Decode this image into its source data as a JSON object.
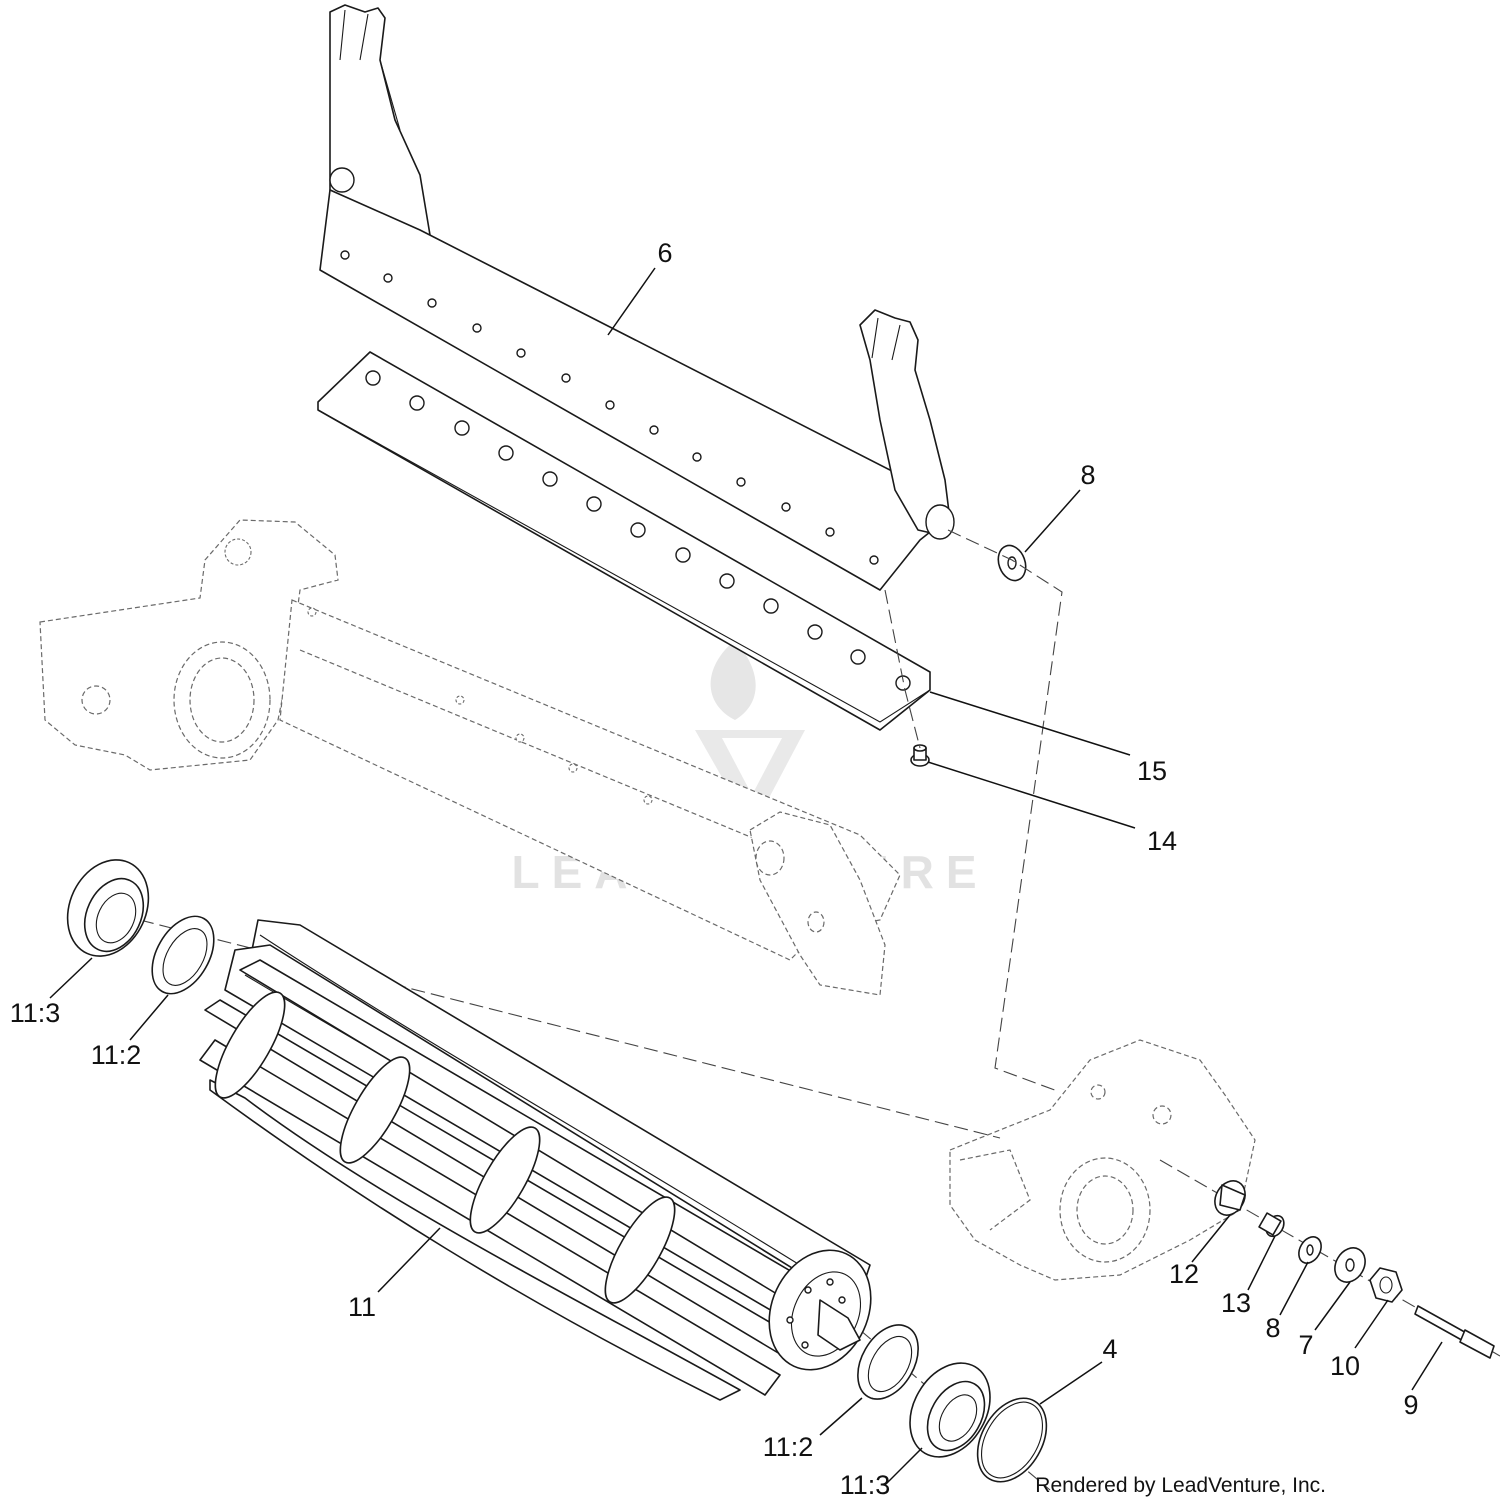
{
  "watermark": {
    "text": "LEADVENTURE"
  },
  "credit": "Rendered by LeadVenture, Inc.",
  "callouts": [
    {
      "id": "c6",
      "label": "6"
    },
    {
      "id": "c8a",
      "label": "8"
    },
    {
      "id": "c15",
      "label": "15"
    },
    {
      "id": "c14",
      "label": "14"
    },
    {
      "id": "c11-3a",
      "label": "11:3"
    },
    {
      "id": "c11-2a",
      "label": "11:2"
    },
    {
      "id": "c11",
      "label": "11"
    },
    {
      "id": "c12",
      "label": "12"
    },
    {
      "id": "c13",
      "label": "13"
    },
    {
      "id": "c8b",
      "label": "8"
    },
    {
      "id": "c7",
      "label": "7"
    },
    {
      "id": "c10",
      "label": "10"
    },
    {
      "id": "c9",
      "label": "9"
    },
    {
      "id": "c4",
      "label": "4"
    },
    {
      "id": "c11-2b",
      "label": "11:2"
    },
    {
      "id": "c11-3b",
      "label": "11:3"
    }
  ]
}
